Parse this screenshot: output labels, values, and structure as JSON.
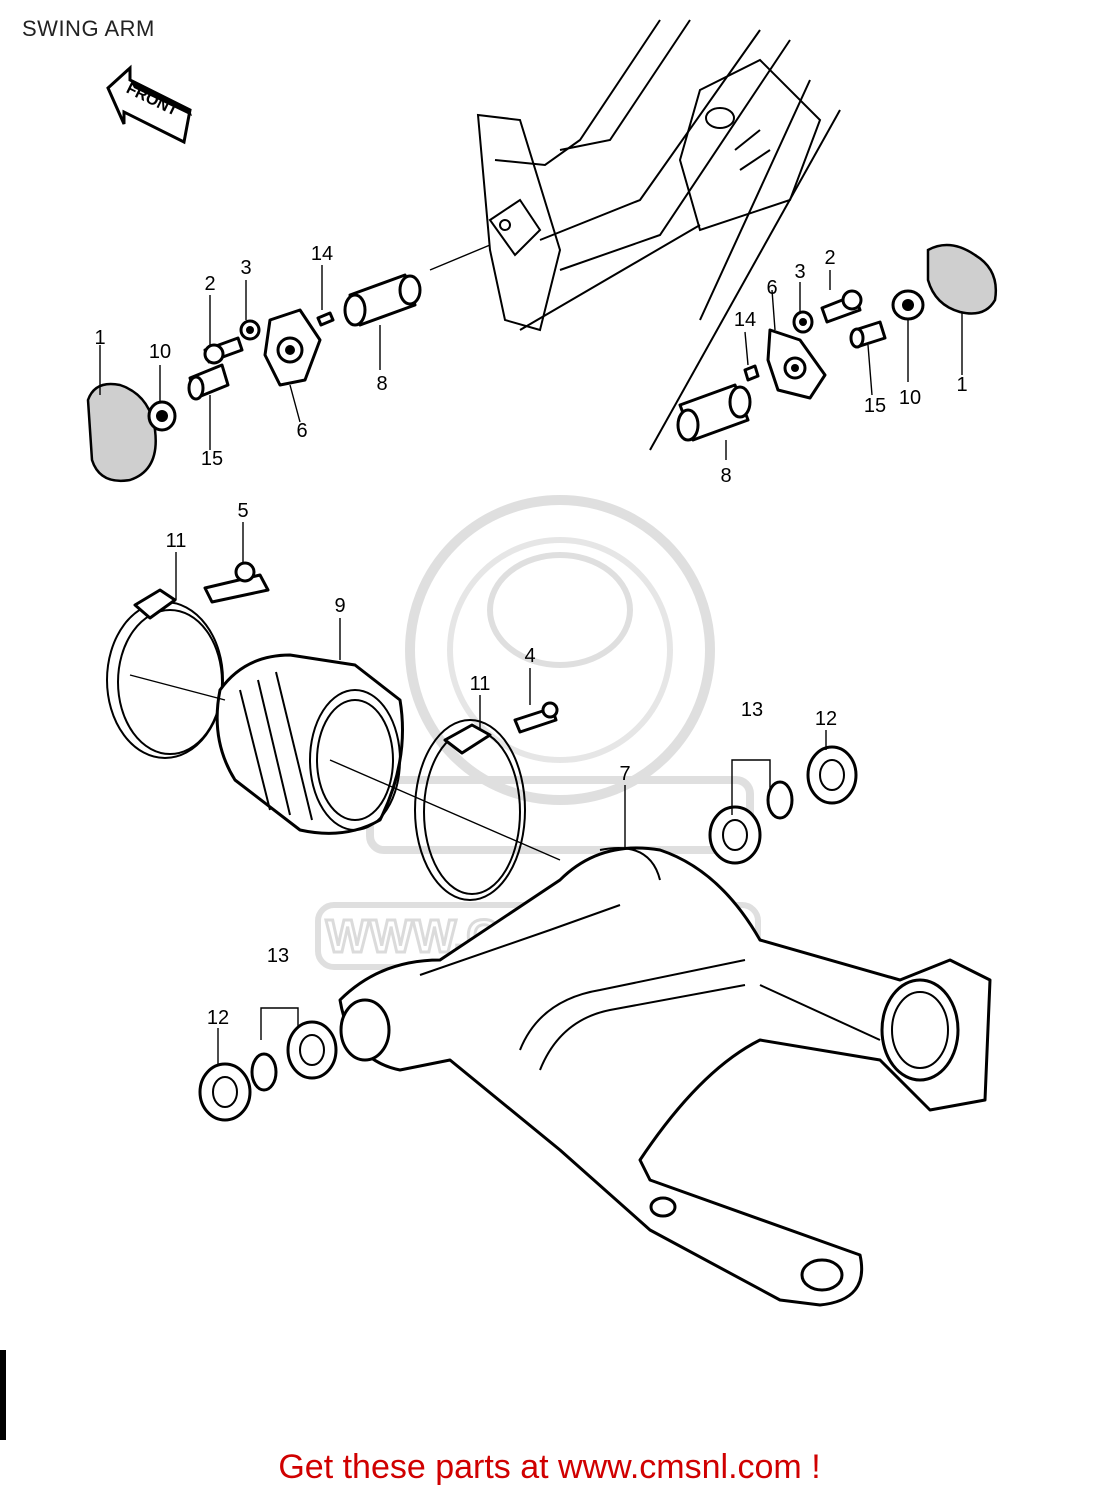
{
  "page": {
    "title": "SWING ARM",
    "front_arrow_label": "FRONT",
    "watermark_url": "WWW.CMSNL.COM",
    "footer_text": "Get these parts at www.cmsnl.com !"
  },
  "callouts": {
    "c_1_left": "1",
    "c_10_left": "10",
    "c_2_left": "2",
    "c_3_left": "3",
    "c_14_left": "14",
    "c_15_left": "15",
    "c_6_left": "6",
    "c_8_left": "8",
    "c_2_right": "2",
    "c_3_right": "3",
    "c_6_right": "6",
    "c_14_right": "14",
    "c_15_right": "15",
    "c_10_right": "10",
    "c_1_right": "1",
    "c_8_right": "8",
    "c_5": "5",
    "c_11_left": "11",
    "c_9": "9",
    "c_4": "4",
    "c_11_right": "11",
    "c_13_upper": "13",
    "c_12_upper": "12",
    "c_7": "7",
    "c_13_lower": "13",
    "c_12_lower": "12"
  },
  "icons": {
    "front_arrow": "front-arrow-icon",
    "watermark": "cmsnl-watermark-icon"
  },
  "colors": {
    "footer": "#d00000",
    "watermark": "#d8d8d8"
  }
}
